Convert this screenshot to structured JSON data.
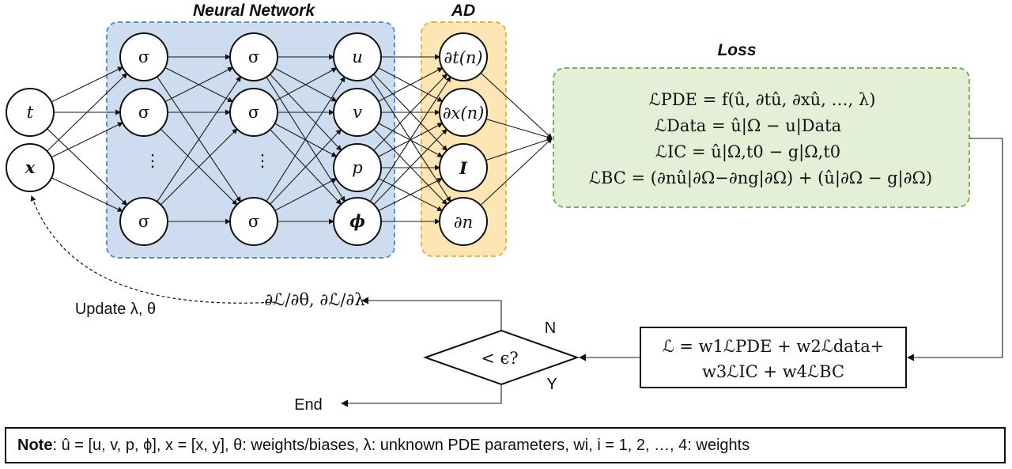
{
  "sections": {
    "neural_network": "Neural Network",
    "ad": "AD",
    "loss": "Loss"
  },
  "inputs": [
    "t",
    "x"
  ],
  "hidden_layer_1": [
    "σ",
    "σ",
    "⋮",
    "σ"
  ],
  "hidden_layer_2": [
    "σ",
    "σ",
    "⋮",
    "σ"
  ],
  "outputs": [
    "u",
    "v",
    "p",
    "ϕ"
  ],
  "ad_operators": [
    "∂t(n)",
    "∂x(n)",
    "I",
    "∂n"
  ],
  "loss_terms": [
    "ℒPDE = f(û, ∂tû, ∂xû, …, λ)",
    "ℒData = û|Ω − u|Data",
    "ℒIC = û|Ω,t0 − g|Ω,t0",
    "ℒBC = (∂nû|∂Ω−∂ng|∂Ω) + (û|∂Ω − g|∂Ω)"
  ],
  "total_loss": {
    "line1": "ℒ = w1ℒPDE + w2ℒdata+",
    "line2": "w3ℒIC + w4ℒBC"
  },
  "decision": {
    "condition": "< ϵ?",
    "no_label": "N",
    "yes_label": "Y",
    "end_label": "End"
  },
  "gradient_label": "∂ℒ/∂θ, ∂ℒ/∂λ",
  "update_label": "Update λ, θ",
  "note": {
    "label": "Note",
    "text": ": û = [u, v, p, ϕ], x = [x, y], θ: weights/biases, λ: unknown PDE parameters, wi, i = 1, 2, …, 4: weights"
  },
  "colors": {
    "nn_fill": "#cddcee",
    "nn_border": "#5b8fd1",
    "ad_fill": "#fde6b3",
    "ad_border": "#f2b531",
    "loss_fill": "#e3efd6",
    "loss_border": "#7bb253"
  }
}
